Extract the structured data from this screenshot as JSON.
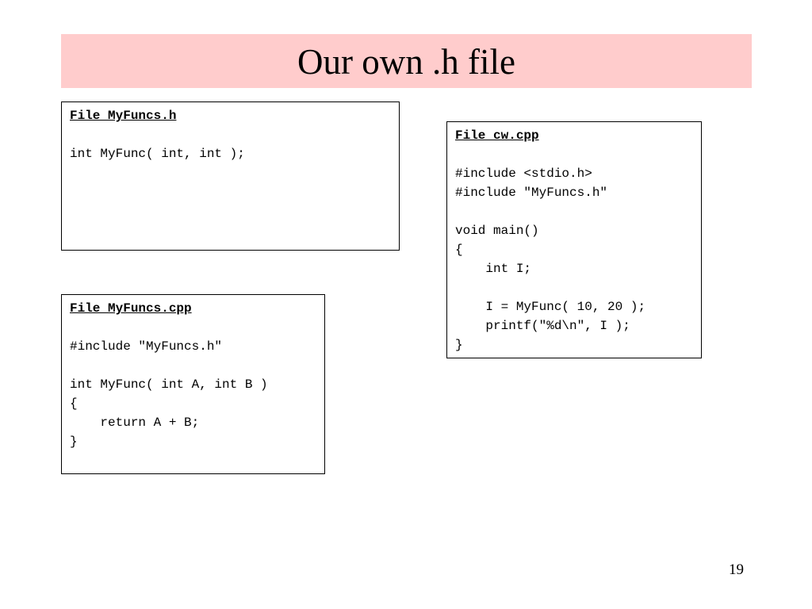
{
  "slide": {
    "title": "Our own .h file",
    "page_number": "19",
    "colors": {
      "title_band": "#ffcccc",
      "box_border": "#000000",
      "text": "#000000"
    }
  },
  "boxes": {
    "myfuncs_h": {
      "heading": "File MyFuncs.h",
      "lines": [
        "",
        "int MyFunc( int, int );"
      ]
    },
    "myfuncs_cpp": {
      "heading": "File MyFuncs.cpp",
      "lines": [
        "",
        "#include \"MyFuncs.h\"",
        "",
        "int MyFunc( int A, int B )",
        "{",
        "    return A + B;",
        "}"
      ]
    },
    "cw_cpp": {
      "heading": "File cw.cpp",
      "lines": [
        "",
        "#include <stdio.h>",
        "#include \"MyFuncs.h\"",
        "",
        "void main()",
        "{",
        "    int I;",
        "",
        "    I = MyFunc( 10, 20 );",
        "    printf(\"%d\\n\", I );",
        "}"
      ]
    }
  }
}
